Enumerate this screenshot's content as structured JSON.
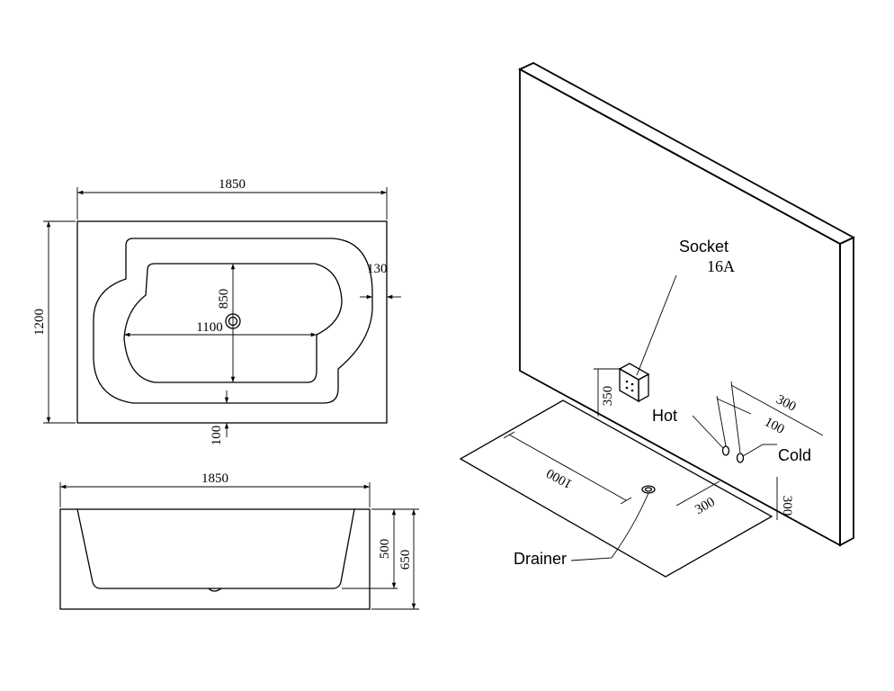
{
  "top_view": {
    "overall_length": "1850",
    "overall_width": "1200",
    "inner_length": "1100",
    "inner_width": "850",
    "rim": "130",
    "edge_offset": "100"
  },
  "side_view": {
    "overall_length": "1850",
    "depth": "500",
    "height": "650"
  },
  "install_view": {
    "socket_label": "Socket",
    "socket_rating": "16A",
    "socket_height": "350",
    "hot_label": "Hot",
    "cold_label": "Cold",
    "drainer_label": "Drainer",
    "pipe_offset": "300",
    "pipe_spacing": "100",
    "drain_distance": "1000",
    "drain_offset": "300",
    "pipe_height": "300"
  }
}
